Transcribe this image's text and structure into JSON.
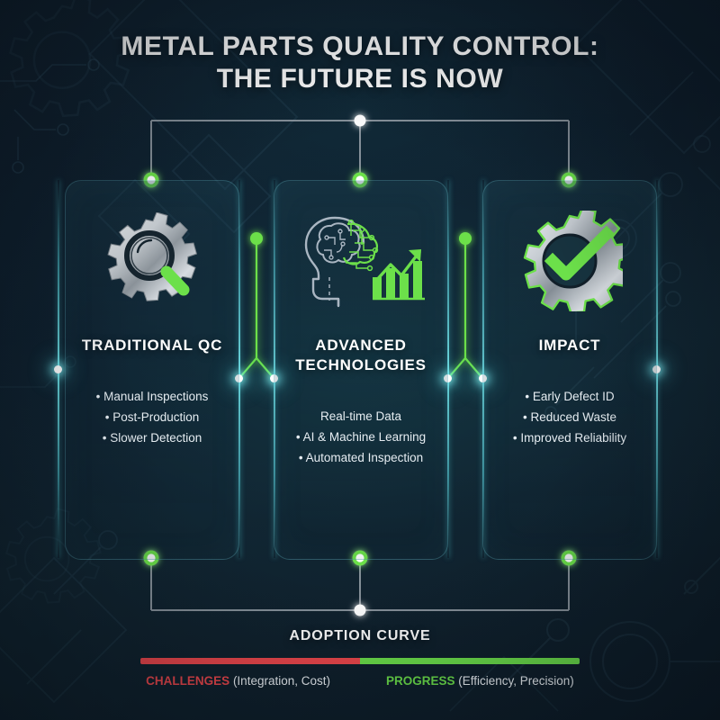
{
  "header": {
    "title_line1": "METAL PARTS QUALITY CONTROL:",
    "title_line2": "THE FUTURE IS NOW"
  },
  "colors": {
    "background_dark": "#0d1a26",
    "panel_border_cyan": "#6ec8d7",
    "accent_green": "#6ce04a",
    "accent_red": "#f0474c",
    "node_white": "#ffffff",
    "metal_silver": "#c9ced3",
    "text_primary": "#ffffff",
    "text_body": "#e6edf2"
  },
  "columns": [
    {
      "id": "traditional-qc",
      "icon": "gear-magnifier-icon",
      "title": "TRADITIONAL QC",
      "bullets": [
        {
          "marker": "•",
          "text": "Manual Inspections"
        },
        {
          "marker": "•",
          "text": "Post-Production"
        },
        {
          "marker": "•",
          "text": "Slower Detection"
        }
      ]
    },
    {
      "id": "advanced-technologies",
      "icon": "ai-brain-chart-icon",
      "title_line1": "ADVANCED",
      "title_line2": "TECHNOLOGIES",
      "bullets": [
        {
          "marker": "",
          "text": "Real-time Data"
        },
        {
          "marker": "•",
          "text": "AI & Machine Learning"
        },
        {
          "marker": "•",
          "text": "Automated Inspection"
        }
      ]
    },
    {
      "id": "impact",
      "icon": "gear-checkmark-icon",
      "title": "IMPACT",
      "bullets": [
        {
          "marker": "•",
          "text": "Early Defect ID"
        },
        {
          "marker": "•",
          "text": "Reduced Waste"
        },
        {
          "marker": "•",
          "text": "Improved Reliability"
        }
      ]
    }
  ],
  "adoption": {
    "title": "ADOPTION CURVE",
    "bar_left_color": "#f0474c",
    "bar_right_color": "#6ce04a",
    "legend": [
      {
        "key": "CHALLENGES",
        "detail": " (Integration, Cost)"
      },
      {
        "key": "PROGRESS",
        "detail": " (Efficiency, Precision)"
      }
    ]
  }
}
